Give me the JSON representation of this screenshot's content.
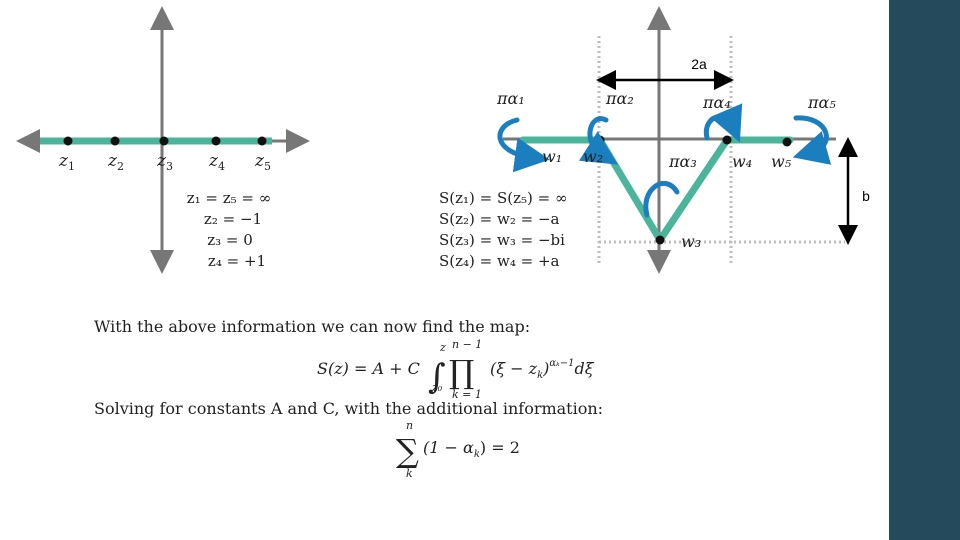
{
  "left_diagram": {
    "points": [
      "z",
      "z",
      "z",
      "z",
      "z"
    ],
    "subs": [
      "1",
      "2",
      "3",
      "4",
      "5"
    ],
    "equations": [
      "z₁ = z₅ = ∞",
      "z₂ = −1",
      "z₃ = 0",
      "z₄ =  +1"
    ]
  },
  "right_diagram": {
    "width_label": "2a",
    "height_label": "b",
    "angle_labels": [
      "πα₁",
      "πα₂",
      "πα₃",
      "πα₄",
      "πα₅"
    ],
    "w_labels": [
      "w₁",
      "w₂",
      "w₃",
      "w₄",
      "w₅"
    ],
    "equations": [
      "S(z₁) = S(z₅) = ∞",
      "S(z₂) = w₂ = −a",
      "S(z₃) = w₃ = −bi",
      "S(z₄) = w₄ =  +a"
    ]
  },
  "text": {
    "line1": "With the above information we can now find the map:",
    "map_lhs": "S(z) = A + C",
    "int_upper": "z",
    "int_lower": "z₀",
    "prod_upper": "n − 1",
    "prod_lower": "k = 1",
    "map_integrand": "(ξ − z",
    "map_sub": "k",
    "map_close": ")",
    "map_exp": "αₖ−1",
    "map_d": "dξ",
    "line2": "Solving for constants A and C, with the additional information:",
    "sum_upper": "n",
    "sum_lower": "k",
    "sum_body": "(1  − α",
    "sum_sub": "k",
    "sum_rhs": ") = 2"
  },
  "colors": {
    "teal": "#4ab59a",
    "axis": "#777777",
    "arrow_blue": "#1b7fbf",
    "dotted": "#bdbdbd",
    "sidebar": "#244a5c"
  }
}
